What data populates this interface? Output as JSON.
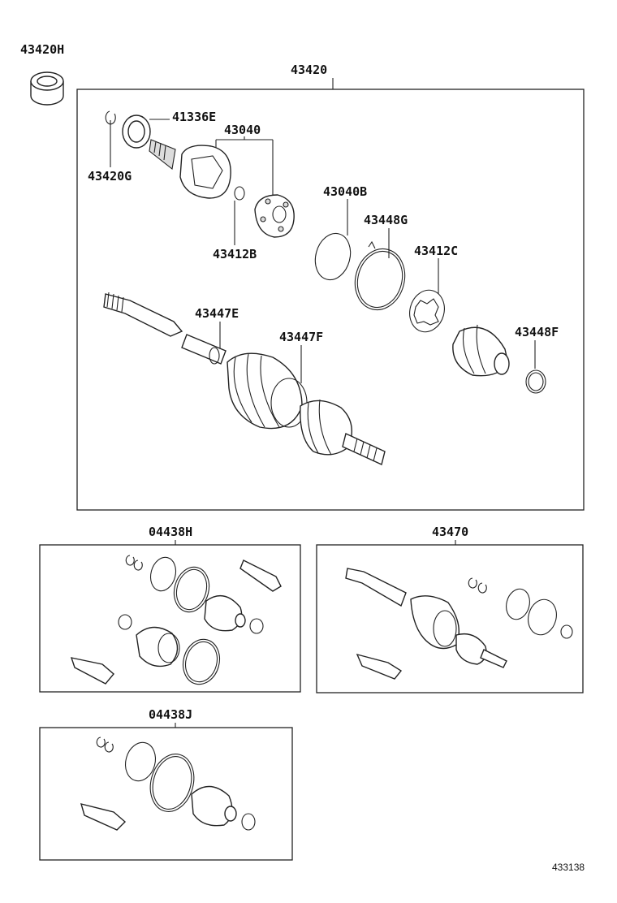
{
  "labels": {
    "bearing": "43420H",
    "main_assembly": "43420",
    "dust_seal": "41336E",
    "outboard_joint": "43040",
    "snap_ring_g": "43420G",
    "snap_ring_b": "43412B",
    "ring_b": "43040B",
    "clamp_g": "43448G",
    "ring_c": "43412C",
    "clamp_f": "43448F",
    "boot_e": "43447E",
    "boot_f": "43447F",
    "boot_kit_h": "04438H",
    "shaft_assembly": "43470",
    "boot_kit_j": "04438J"
  },
  "diagram_code": "433138"
}
